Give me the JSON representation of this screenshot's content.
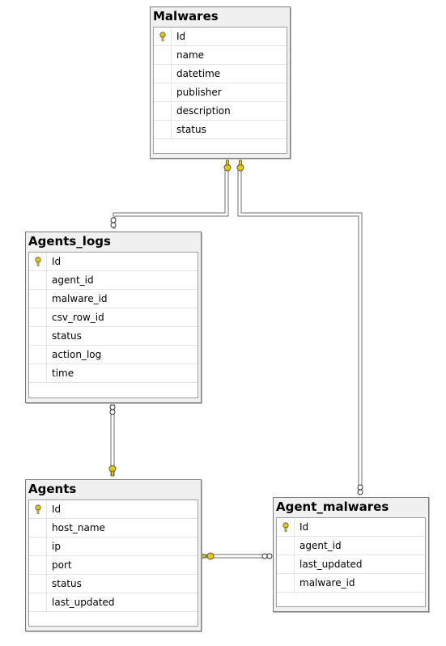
{
  "tables": {
    "malwares": {
      "title": "Malwares",
      "columns": [
        {
          "name": "Id",
          "primary_key": true
        },
        {
          "name": "name"
        },
        {
          "name": "datetime"
        },
        {
          "name": "publisher"
        },
        {
          "name": "description"
        },
        {
          "name": "status"
        }
      ]
    },
    "agents_logs": {
      "title": "Agents_logs",
      "columns": [
        {
          "name": "Id",
          "primary_key": true
        },
        {
          "name": "agent_id"
        },
        {
          "name": "malware_id"
        },
        {
          "name": "csv_row_id"
        },
        {
          "name": "status"
        },
        {
          "name": "action_log"
        },
        {
          "name": "time"
        }
      ]
    },
    "agents": {
      "title": "Agents",
      "columns": [
        {
          "name": "Id",
          "primary_key": true
        },
        {
          "name": "host_name"
        },
        {
          "name": "ip"
        },
        {
          "name": "port"
        },
        {
          "name": "status"
        },
        {
          "name": "last_updated"
        }
      ]
    },
    "agent_malwares": {
      "title": "Agent_malwares",
      "columns": [
        {
          "name": "Id",
          "primary_key": true
        },
        {
          "name": "agent_id"
        },
        {
          "name": "last_updated"
        },
        {
          "name": "malware_id"
        }
      ]
    }
  },
  "relationships": [
    {
      "from": "agents_logs",
      "to": "malwares",
      "from_end": "many",
      "to_end": "one"
    },
    {
      "from": "agent_malwares",
      "to": "malwares",
      "from_end": "many",
      "to_end": "one"
    },
    {
      "from": "agents_logs",
      "to": "agents",
      "from_end": "many",
      "to_end": "one"
    },
    {
      "from": "agent_malwares",
      "to": "agents",
      "from_end": "many",
      "to_end": "one"
    }
  ],
  "colors": {
    "key_icon": "#e6c800",
    "connector": "#7a7a7a",
    "table_frame": "#f0f0f0"
  },
  "icons": {
    "primary_key": "key-icon",
    "one_end": "key-icon",
    "many_end": "infinity-icon"
  }
}
